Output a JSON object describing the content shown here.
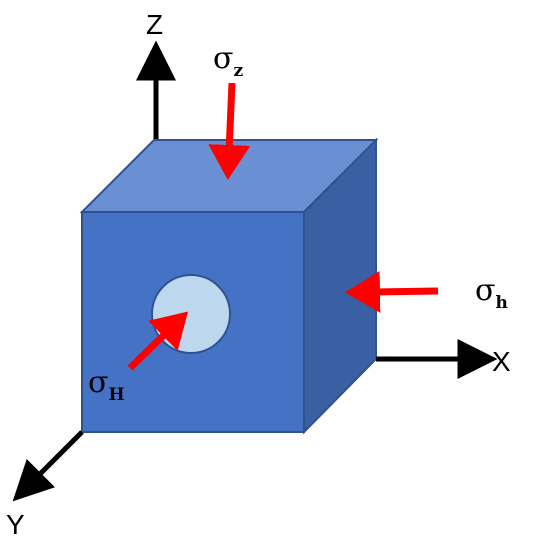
{
  "axes": {
    "x_label": "X",
    "y_label": "Y",
    "z_label": "Z"
  },
  "stresses": {
    "vertical": {
      "symbol": "σ",
      "subscript": "z"
    },
    "min_horizontal": {
      "symbol": "σ",
      "subscript": "h"
    },
    "max_horizontal": {
      "symbol": "σ",
      "subscript": "H"
    }
  },
  "colors": {
    "cube_front": "#4472c4",
    "cube_top": "#6a8fd3",
    "cube_side": "#3a5fa3",
    "cube_edge": "#2f528f",
    "hole_fill": "#bdd7ee",
    "stress_arrow": "#ff0000",
    "axis": "#000000"
  }
}
